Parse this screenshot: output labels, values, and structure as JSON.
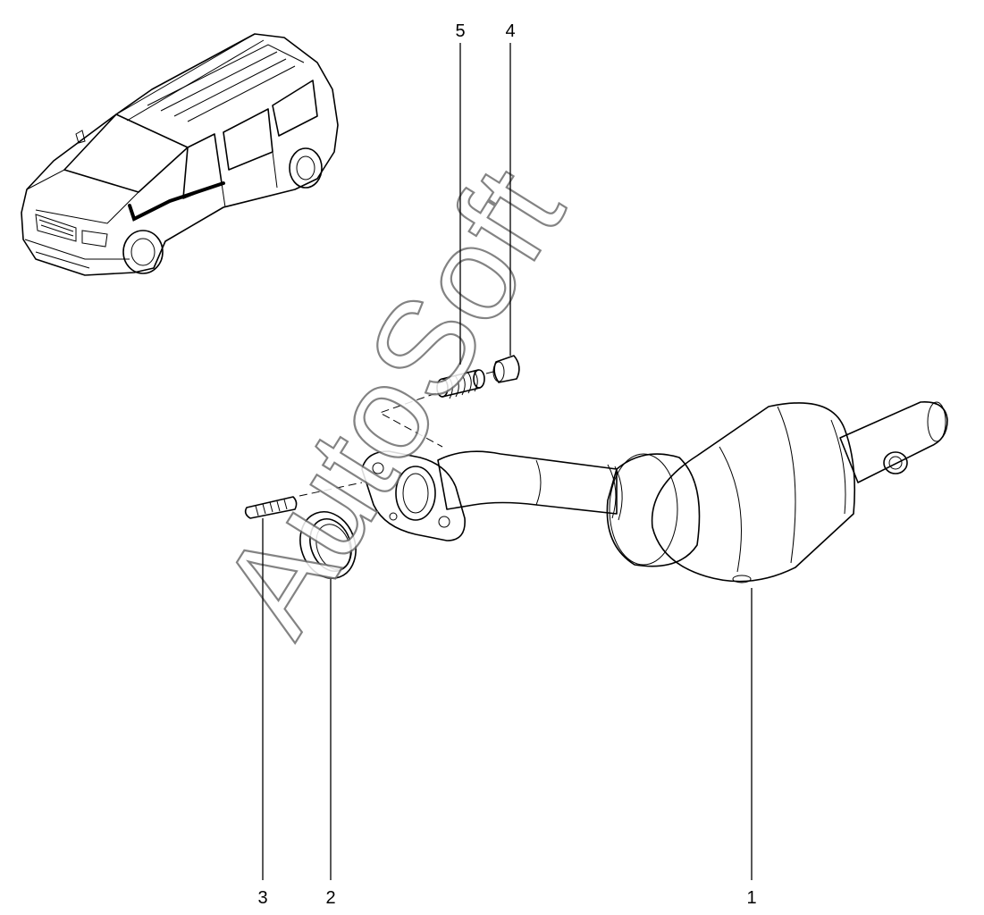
{
  "diagram": {
    "callouts": [
      {
        "id": "1",
        "label": "1"
      },
      {
        "id": "2",
        "label": "2"
      },
      {
        "id": "3",
        "label": "3"
      },
      {
        "id": "4",
        "label": "4"
      },
      {
        "id": "5",
        "label": "5"
      }
    ],
    "watermark": "AutoSoft",
    "colors": {
      "line": "#000000",
      "background": "#ffffff",
      "watermark_outline": "#6e6e6e"
    }
  }
}
